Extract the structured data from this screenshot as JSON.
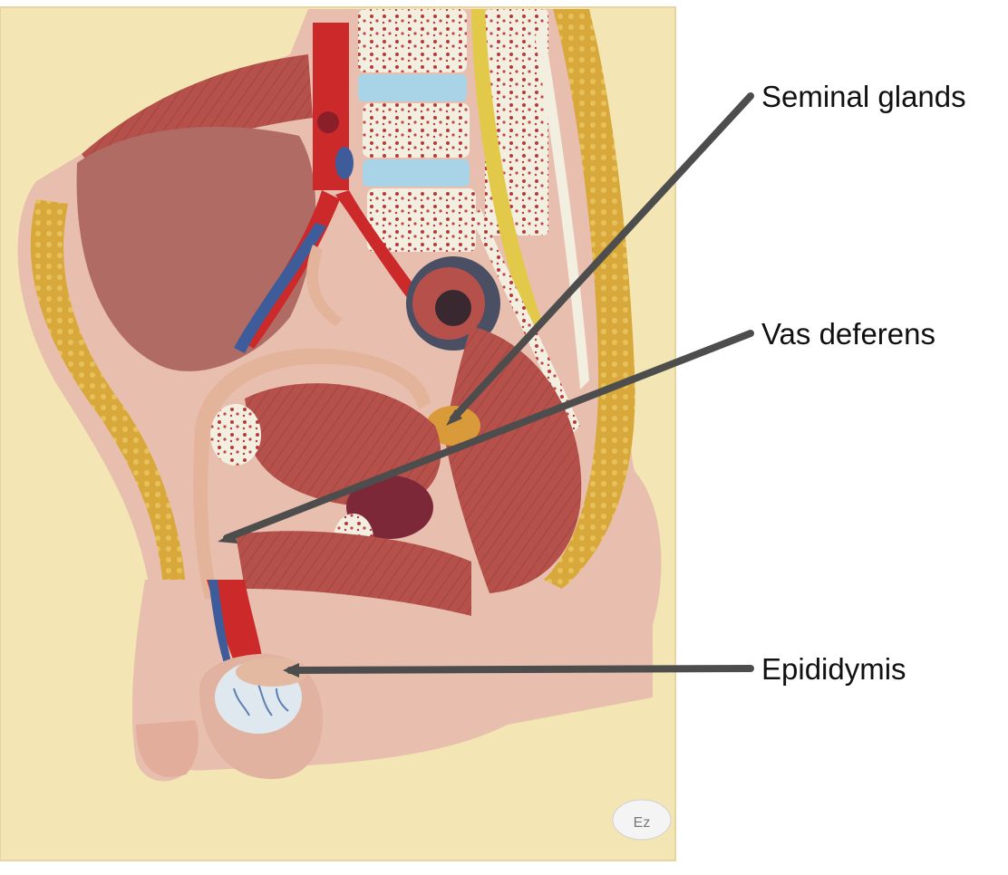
{
  "labels": {
    "seminal_glands": "Seminal glands",
    "vas_deferens": "Vas deferens",
    "epididymis": "Epididymis"
  },
  "model_tag": "Ez",
  "colors": {
    "board": "#f3e6b4",
    "muscle": "#b5514a",
    "bladder": "#a7605c",
    "artery": "#cc2a2a",
    "vein": "#3f5c9a",
    "fat": "#d8a93a",
    "bone": "#f2eee0",
    "disc": "#a9d3e6",
    "skin": "#e8bfae",
    "pointer": "#4d4d4d"
  }
}
